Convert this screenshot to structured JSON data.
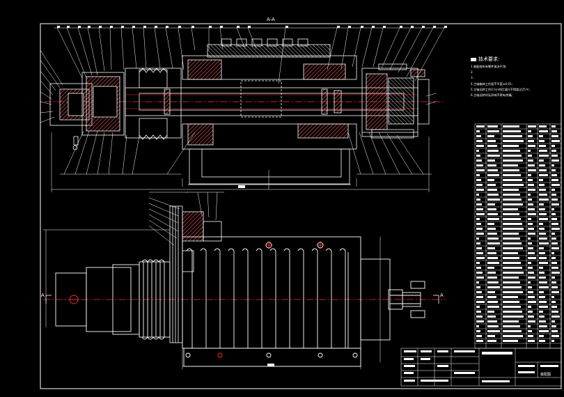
{
  "section_label": "A-A",
  "view_marker_left": "A",
  "view_marker_right": "A",
  "tech_req": {
    "title": "技术要求:",
    "items": [
      "1.装配前所有零件清洗干净;",
      "2.",
      "3.",
      "4.主轴箱体工作面不平度≤0.01;",
      "5.主轴运转工作0.5小时后温升不得超过25℃;",
      "6.主轴运转时无异响不得有渗漏。"
    ]
  },
  "title_block": {
    "drawing_no": "装配图"
  },
  "colors": {
    "background": "#000000",
    "lines": "#ffffff",
    "centerline": "#ff2a2a",
    "section_fill": "#ff5a5a",
    "yellow": "#ffd400",
    "cyan": "#00e0ff"
  }
}
